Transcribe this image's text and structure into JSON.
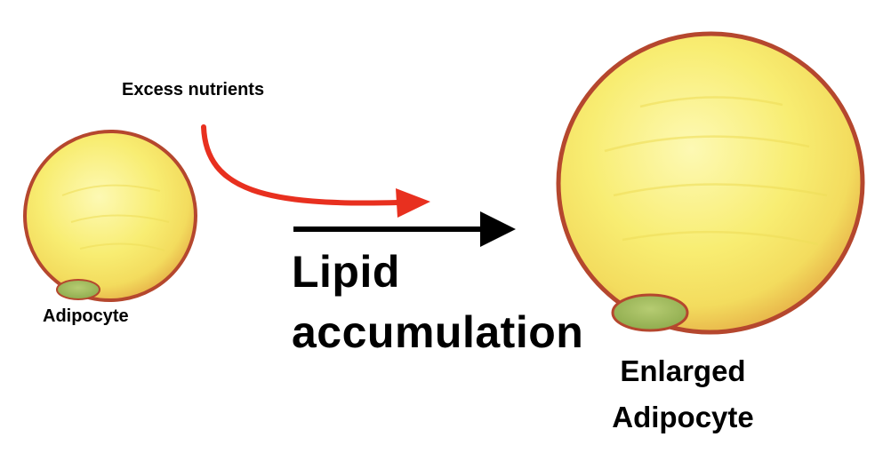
{
  "diagram": {
    "labels": {
      "excess_nutrients": "Excess nutrients",
      "small_cell": "Adipocyte",
      "process_line1": "Lipid",
      "process_line2": "accumulation",
      "large_cell_line1": "Enlarged",
      "large_cell_line2": "Adipocyte"
    },
    "colors": {
      "cell_fill": "#f8ed72",
      "cell_highlight": "#fdf9b4",
      "cell_outline": "#b5472e",
      "nucleus": "#9db95a",
      "nutrient_arrow": "#e8301f",
      "process_arrow": "#000000",
      "background": "#ffffff"
    }
  }
}
